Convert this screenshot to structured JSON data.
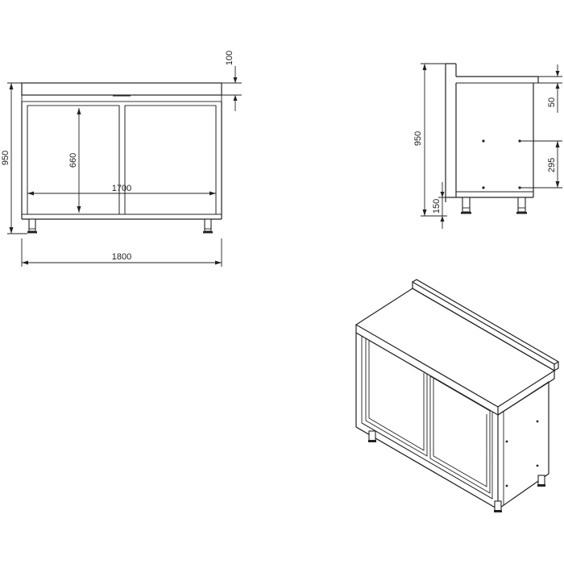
{
  "dimensions": {
    "front_width_total": "1800",
    "front_width_inner": "1700",
    "front_height_total": "950",
    "door_height": "660",
    "upstand_height": "100",
    "side_height_total": "950",
    "side_upstand": "50",
    "side_hole_spacing": "295",
    "side_leg_height": "150"
  },
  "colors": {
    "line": "#222222",
    "background": "#ffffff"
  }
}
